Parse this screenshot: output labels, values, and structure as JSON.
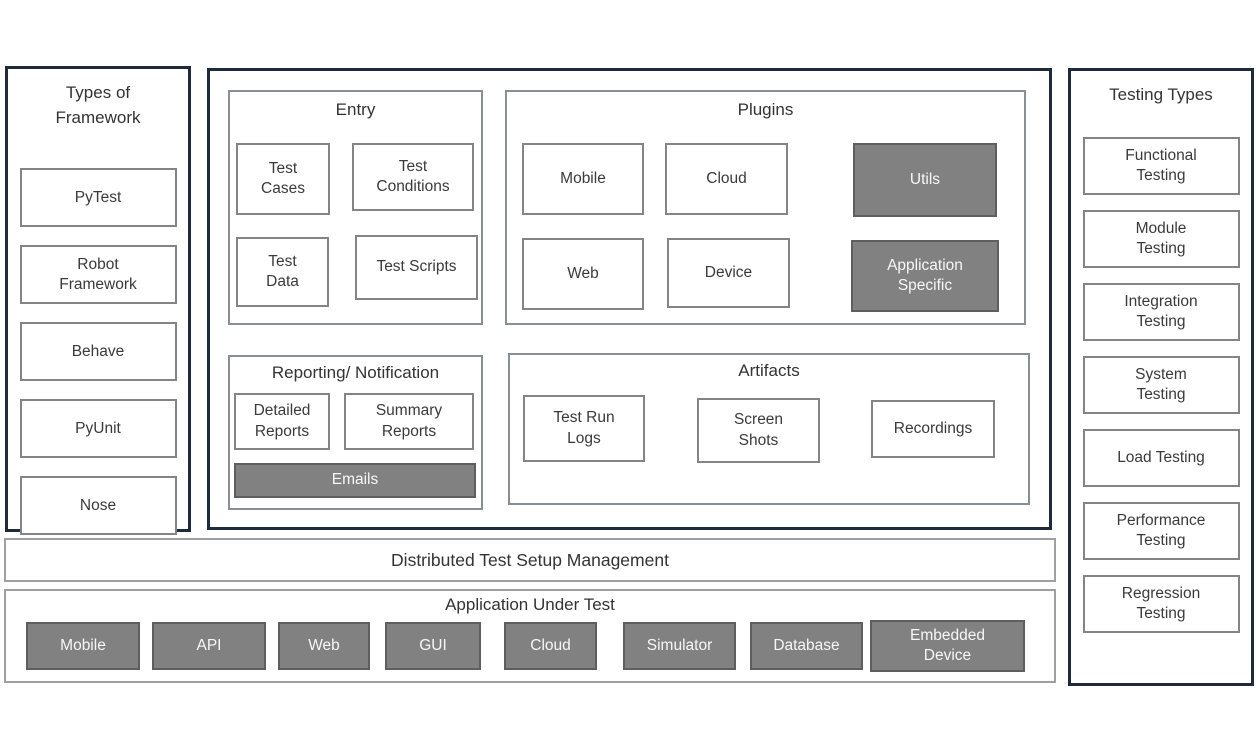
{
  "colors": {
    "navy": "#1f2a3c",
    "box-border": "#848484",
    "gray-fill": "#818181",
    "gray-border": "#5e5e5e",
    "section-border": "#8a8f96",
    "bar-border": "#a0a0a0",
    "text-dark": "#3a3a3a",
    "text-light": "#f7f7f7"
  },
  "left_panel": {
    "title": "Types of\nFramework",
    "items": [
      "PyTest",
      "Robot\nFramework",
      "Behave",
      "PyUnit",
      "Nose"
    ]
  },
  "center": {
    "entry": {
      "title": "Entry",
      "items": [
        "Test\nCases",
        "Test\nConditions",
        "Test\nData",
        "Test Scripts"
      ]
    },
    "plugins": {
      "title": "Plugins",
      "items": [
        "Mobile",
        "Cloud",
        "Utils",
        "Web",
        "Device",
        "Application\nSpecific"
      ]
    },
    "reporting": {
      "title": "Reporting/ Notification",
      "items": [
        "Detailed\nReports",
        "Summary\nReports",
        "Emails"
      ]
    },
    "artifacts": {
      "title": "Artifacts",
      "items": [
        "Test Run\nLogs",
        "Screen\nShots",
        "Recordings"
      ]
    }
  },
  "distributed_bar": {
    "label": "Distributed Test Setup Management"
  },
  "application_under_test": {
    "title": "Application Under Test",
    "items": [
      "Mobile",
      "API",
      "Web",
      "GUI",
      "Cloud",
      "Simulator",
      "Database",
      "Embedded\nDevice"
    ]
  },
  "right_panel": {
    "title": "Testing Types",
    "items": [
      "Functional\nTesting",
      "Module\nTesting",
      "Integration\nTesting",
      "System\nTesting",
      "Load Testing",
      "Performance\nTesting",
      "Regression\nTesting"
    ]
  }
}
